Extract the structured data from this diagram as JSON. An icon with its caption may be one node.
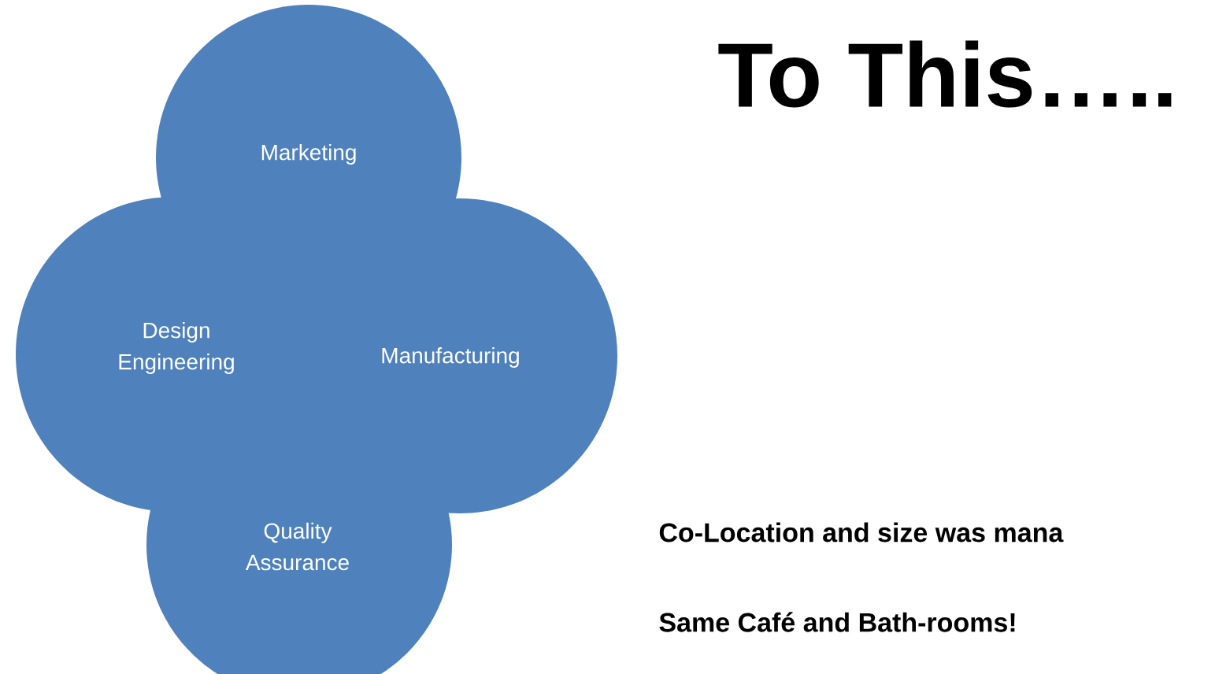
{
  "diagram": {
    "title": "To This…..",
    "nodes": [
      {
        "text": [
          "Marketing"
        ]
      },
      {
        "text": [
          "Design Engineering"
        ]
      },
      {
        "text": [
          "Manufacturing"
        ]
      },
      {
        "text": [
          "Quality Assurance"
        ]
      }
    ],
    "labels": [
      "Co-Location and size was mana",
      "Same Café and Bath-rooms!"
    ]
  }
}
